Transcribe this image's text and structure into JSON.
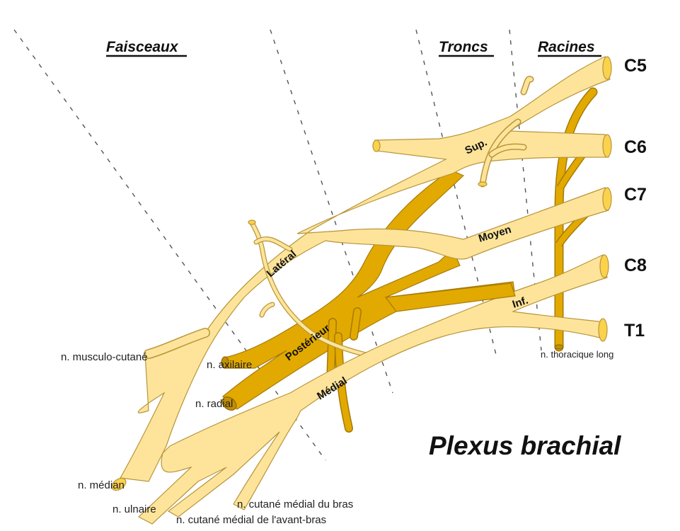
{
  "diagram": {
    "title": "Plexus brachial",
    "section_headers": {
      "faisceaux": "Faisceaux",
      "troncs": "Troncs",
      "racines": "Racines"
    },
    "roots": [
      "C5",
      "C6",
      "C7",
      "C8",
      "T1"
    ],
    "trunks": {
      "superior": "Sup.",
      "middle": "Moyen",
      "inferior": "Inf."
    },
    "cords": {
      "lateral": "Latéral",
      "posterior": "Postérieur",
      "medial": "Médial"
    },
    "nerves": {
      "thoracic_long": "n. thoracique long",
      "musculocutaneous": "n. musculo-cutané",
      "axillary": "n. axilaire",
      "radial": "n. radial",
      "median": "n. médian",
      "ulnar": "n. ulnaire",
      "medial_cutaneous_arm": "n. cutané médial du bras",
      "medial_cutaneous_forearm": "n. cutané médial de l'avant-bras"
    },
    "colors": {
      "nerve_light": "#fde49a",
      "nerve_dark": "#e2a900",
      "outline": "#b8953a"
    }
  }
}
